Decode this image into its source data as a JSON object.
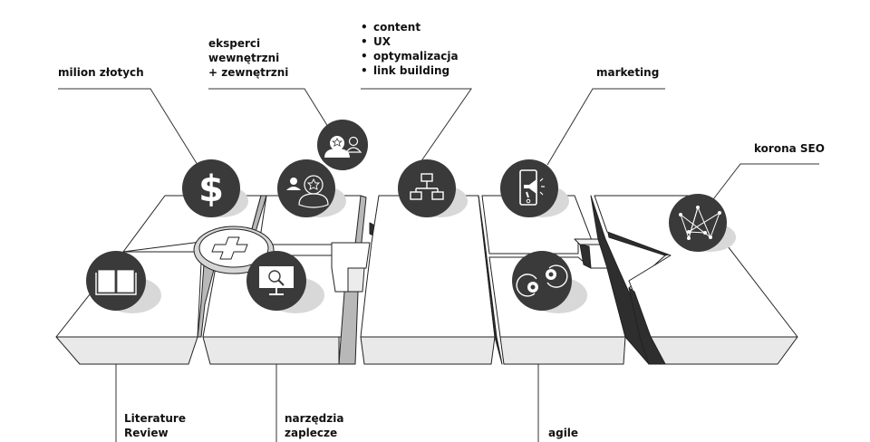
{
  "diagram": {
    "title": "SEO process puzzle infographic",
    "colors": {
      "icon_circle": "#3a3a3a",
      "icon_glyph": "#ffffff",
      "shadow": "#d8d8d8",
      "tile_top": "#ffffff",
      "tile_side": "#e9e9e9",
      "gap_dark": "#2e2e2e",
      "gap_gray": "#b8b8b8",
      "outline": "#222222"
    },
    "labels": {
      "money": "milion złotych",
      "experts": [
        "eksperci",
        "wewnętrzni",
        "+ zewnętrzni"
      ],
      "optimization": [
        "content",
        "UX",
        "optymalizacja",
        "link building"
      ],
      "marketing": "marketing",
      "crown": "korona SEO",
      "literature": [
        "Literature",
        "Review"
      ],
      "tools": [
        "narzędzia",
        "zaplecze"
      ],
      "agile": "agile"
    },
    "icons": [
      {
        "id": "book",
        "name": "book-icon",
        "label": "Literature Review"
      },
      {
        "id": "dollar",
        "name": "dollar-icon",
        "label": "milion złotych"
      },
      {
        "id": "experts-main",
        "name": "expert-person-icon",
        "label": "eksperci wewnętrzni"
      },
      {
        "id": "experts-second",
        "name": "expert-people-icon",
        "label": "eksperci zewnętrzni"
      },
      {
        "id": "tools",
        "name": "monitor-search-icon",
        "label": "narzędzia zaplecze"
      },
      {
        "id": "sitemap",
        "name": "sitemap-icon",
        "label": "content UX optymalizacja link building"
      },
      {
        "id": "marketing",
        "name": "phone-megaphone-icon",
        "label": "marketing"
      },
      {
        "id": "agile",
        "name": "gears-cycle-icon",
        "label": "agile"
      },
      {
        "id": "crown",
        "name": "crown-network-icon",
        "label": "korona SEO"
      }
    ],
    "center_symbol": "plus-icon"
  }
}
